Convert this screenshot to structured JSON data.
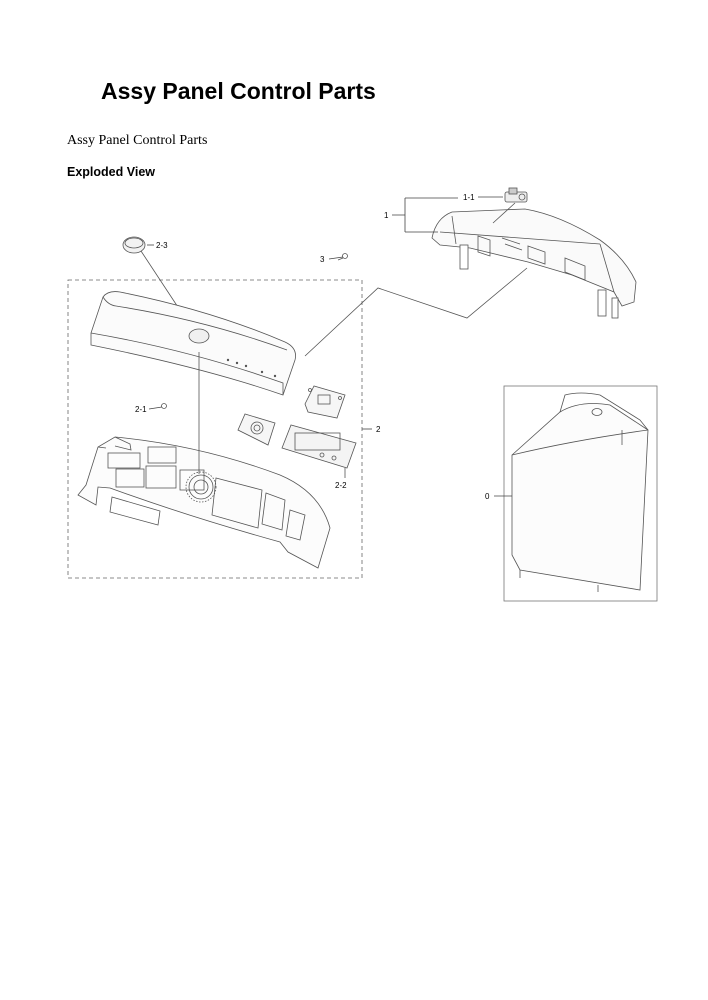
{
  "header": {
    "title": "Assy Panel Control Parts",
    "subtitle": "Assy Panel Control Parts",
    "section": "Exploded View"
  },
  "callouts": {
    "c1": "1",
    "c1_1": "1-1",
    "c3": "3",
    "c2_3": "2-3",
    "c2": "2",
    "c2_1": "2-1",
    "c2_2": "2-2",
    "c0": "0"
  }
}
